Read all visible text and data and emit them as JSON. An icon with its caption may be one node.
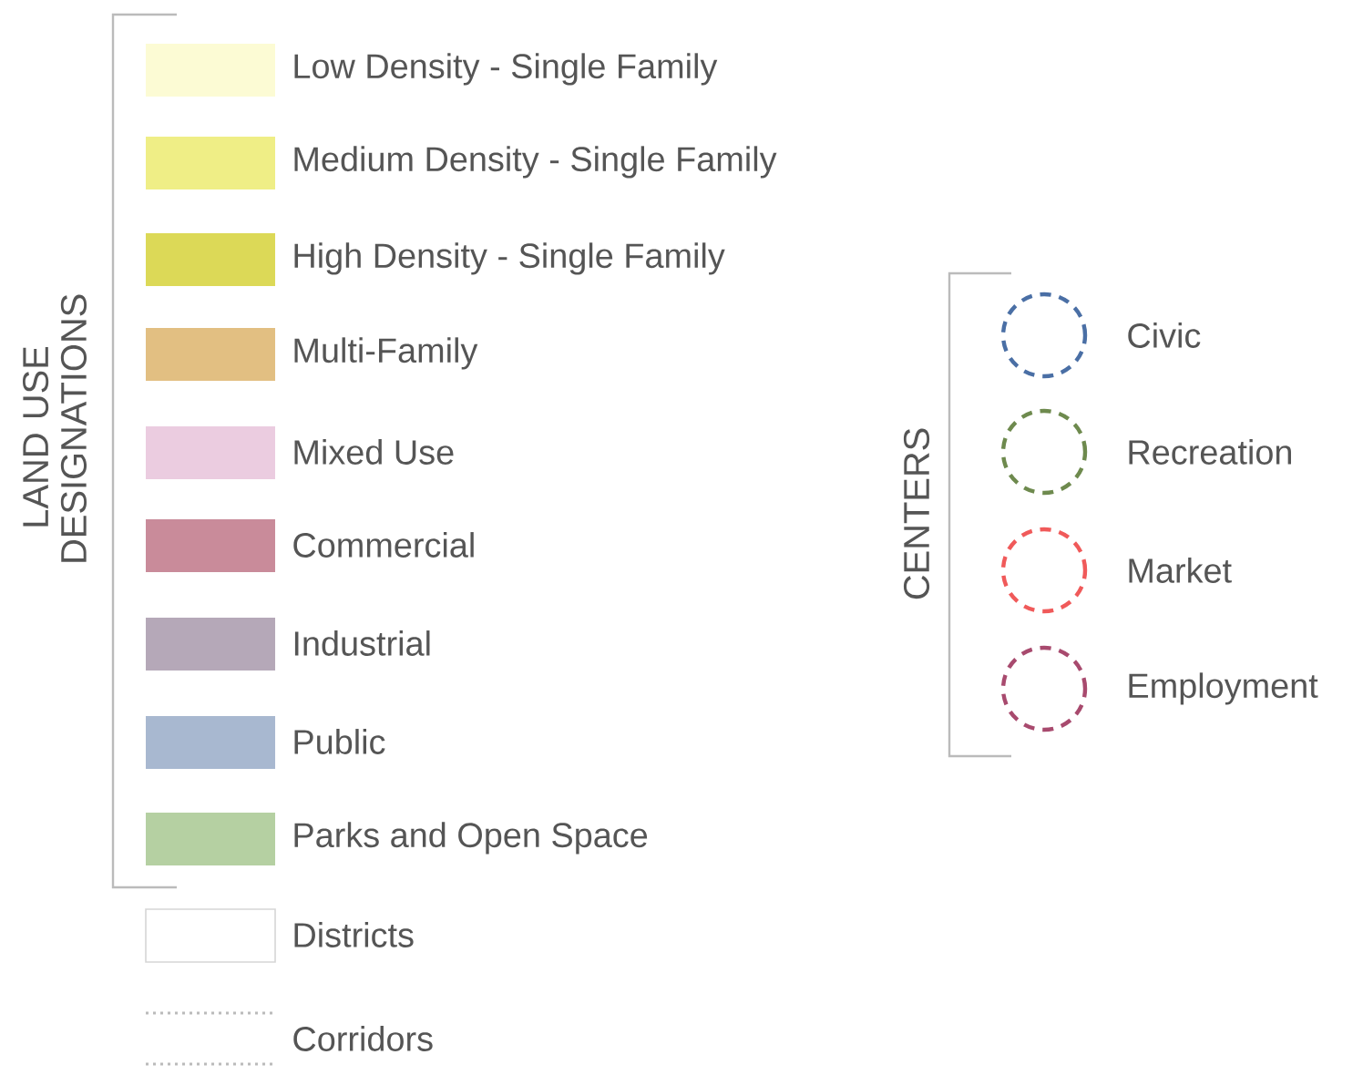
{
  "diagram": {
    "labels": [
      "LAND USE DESIGNATIONS",
      "CENTERS"
    ],
    "legend": [
      {
        "text": "Low Density - Single Family",
        "color": "#fcfbd4"
      },
      {
        "text": "Medium Density - Single Family",
        "color": "#efee86"
      },
      {
        "text": "High Density - Single Family",
        "color": "#dcd957"
      },
      {
        "text": "Multi-Family",
        "color": "#e2bf82"
      },
      {
        "text": "Mixed Use",
        "color": "#ebcce0"
      },
      {
        "text": "Commercial",
        "color": "#c98b9a"
      },
      {
        "text": "Industrial",
        "color": "#b5a8b8"
      },
      {
        "text": "Public",
        "color": "#a8b8d0"
      },
      {
        "text": "Parks and Open Space",
        "color": "#b5d0a2"
      },
      {
        "text": "Districts"
      },
      {
        "text": "Corridors"
      },
      {
        "text": "Civic"
      },
      {
        "text": "Recreation"
      },
      {
        "text": "Market"
      },
      {
        "text": "Employment"
      }
    ]
  }
}
